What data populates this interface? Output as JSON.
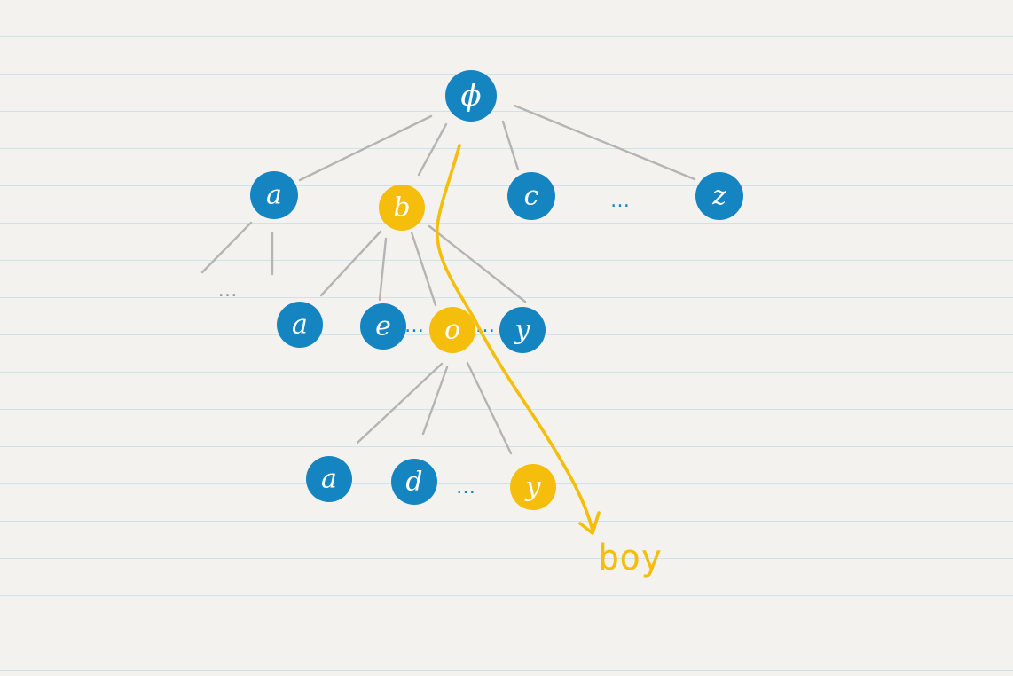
{
  "diagram": {
    "root": {
      "label": "ϕ",
      "color": "#1585c2"
    },
    "level1": [
      {
        "label": "a",
        "color": "#1585c2"
      },
      {
        "label": "b",
        "color": "#f5bd0c"
      },
      {
        "label": "c",
        "color": "#1585c2"
      },
      {
        "label": "z",
        "color": "#1585c2"
      }
    ],
    "level1_gap": "…",
    "under_a_gap": "…",
    "level2": [
      {
        "label": "a",
        "color": "#1585c2"
      },
      {
        "label": "e",
        "color": "#1585c2"
      },
      {
        "label": "o",
        "color": "#f5bd0c"
      },
      {
        "label": "y",
        "color": "#1585c2"
      }
    ],
    "level2_gap_left": "…",
    "level2_gap_right": "…",
    "level3": [
      {
        "label": "a",
        "color": "#1585c2"
      },
      {
        "label": "d",
        "color": "#1585c2"
      },
      {
        "label": "y",
        "color": "#f5bd0c"
      }
    ],
    "level3_gap": "…",
    "result_word": "boy",
    "colors": {
      "node": "#1585c2",
      "highlight": "#f5bd0c",
      "edge": "#b4b4b4",
      "paper": "#f4f2ee",
      "rule_line": "#cfe1ea"
    }
  }
}
